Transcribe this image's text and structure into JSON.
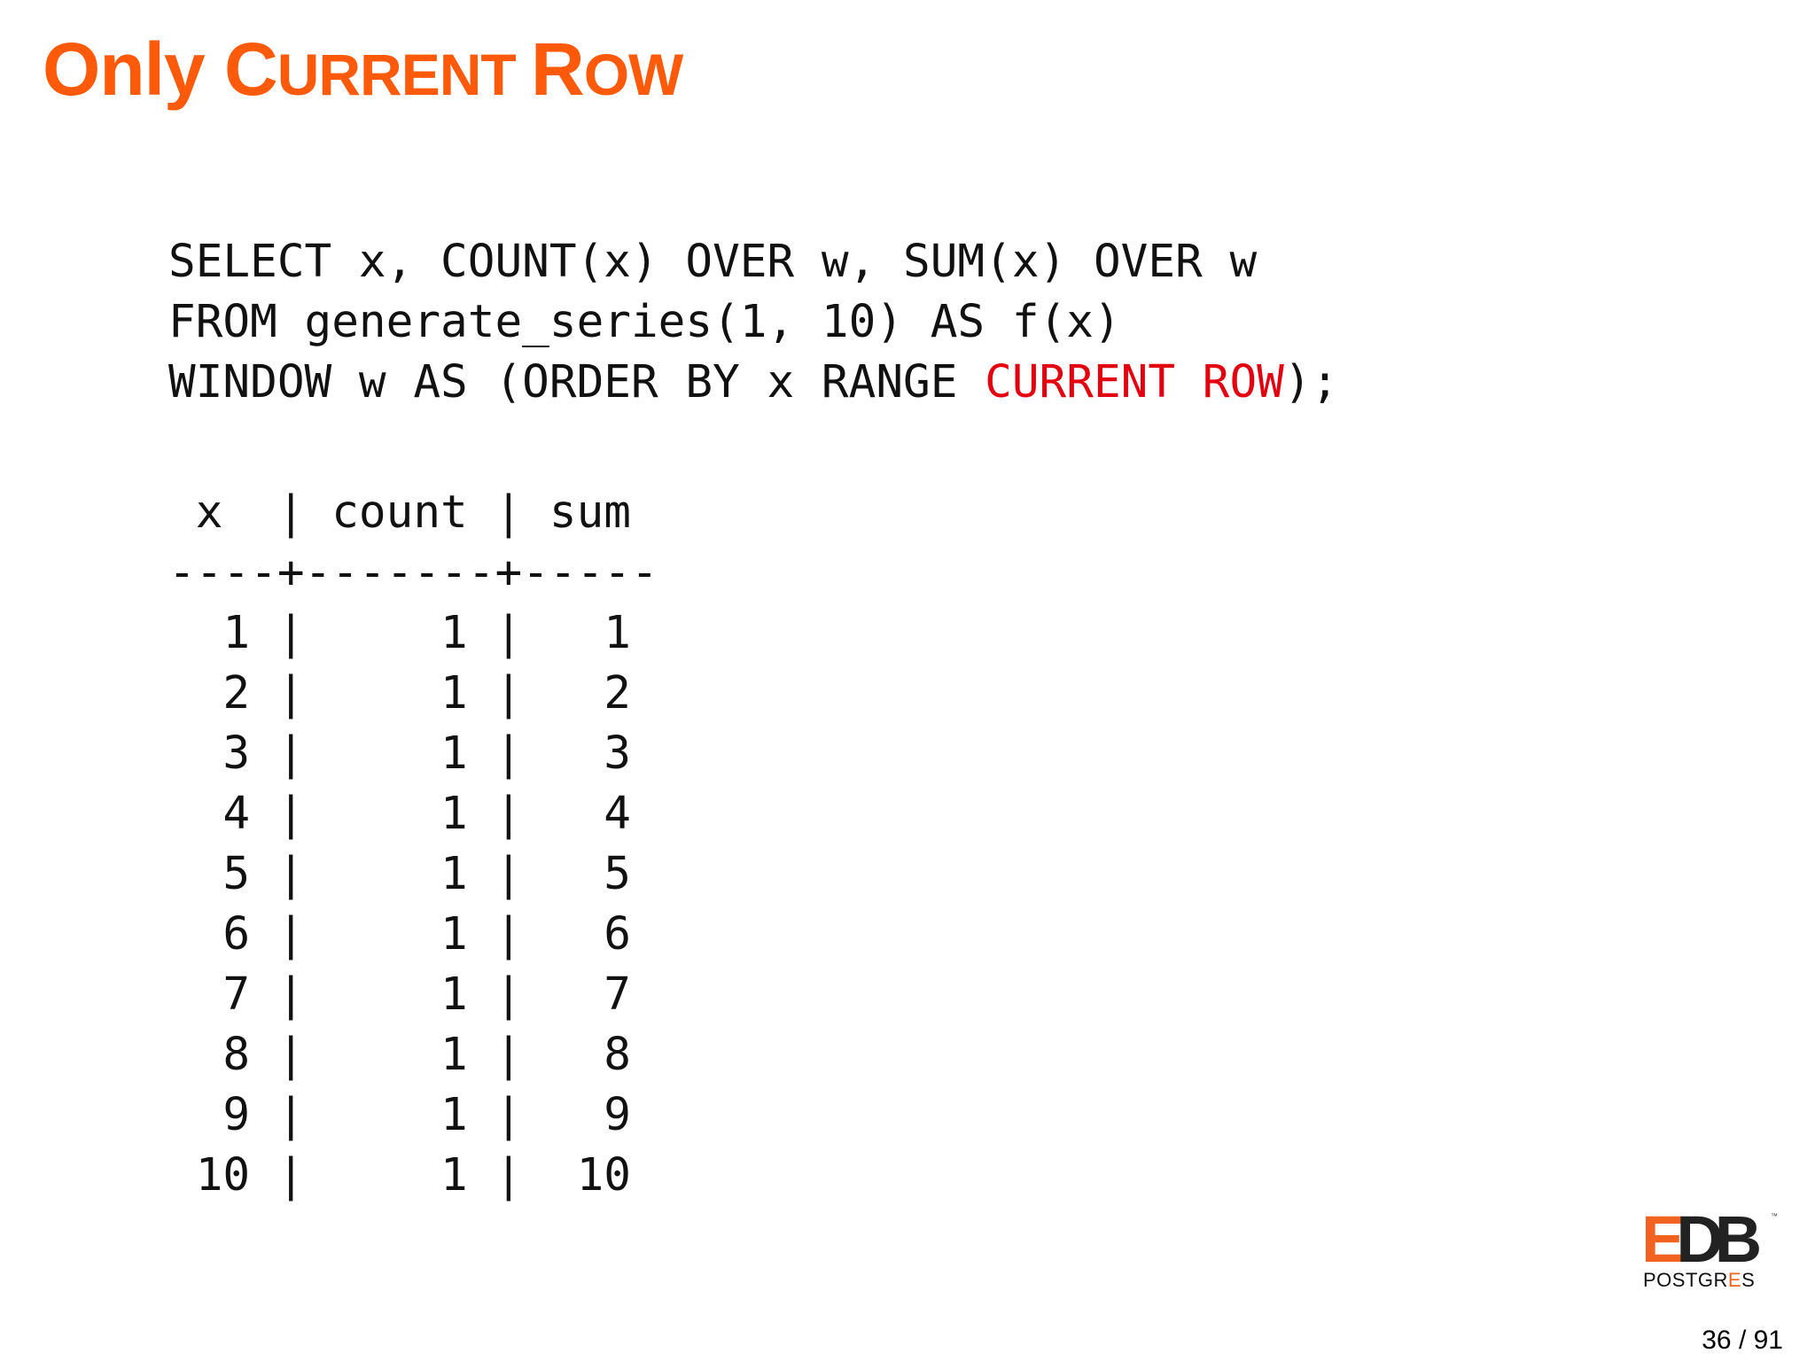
{
  "slide": {
    "title_prefix": "Only ",
    "title_c1": "C",
    "title_c2": "URRENT ",
    "title_c3": "R",
    "title_c4": "OW"
  },
  "code": {
    "line1": "SELECT x, COUNT(x) OVER w, SUM(x) OVER w",
    "line2": "FROM generate_series(1, 10) AS f(x)",
    "line3_pre": "WINDOW w AS (ORDER BY x RANGE ",
    "line3_hl": "CURRENT ROW",
    "line3_post": ");"
  },
  "result": {
    "header": " x  | count | sum",
    "separator": "----+-------+-----",
    "rows": [
      "  1 |     1 |   1",
      "  2 |     1 |   2",
      "  3 |     1 |   3",
      "  4 |     1 |   4",
      "  5 |     1 |   5",
      "  6 |     1 |   6",
      "  7 |     1 |   7",
      "  8 |     1 |   8",
      "  9 |     1 |   9",
      " 10 |     1 |  10"
    ]
  },
  "logo": {
    "mark_e": "E",
    "mark_rest": "DB",
    "tm": "™",
    "word_pre": "POSTGR",
    "word_hl": "E",
    "word_post": "S",
    "accent_color": "#f26322"
  },
  "footer": {
    "page": "36 / 91"
  },
  "colors": {
    "title": "#ff5a0a",
    "highlight": "#e3000f",
    "text": "#111111"
  }
}
